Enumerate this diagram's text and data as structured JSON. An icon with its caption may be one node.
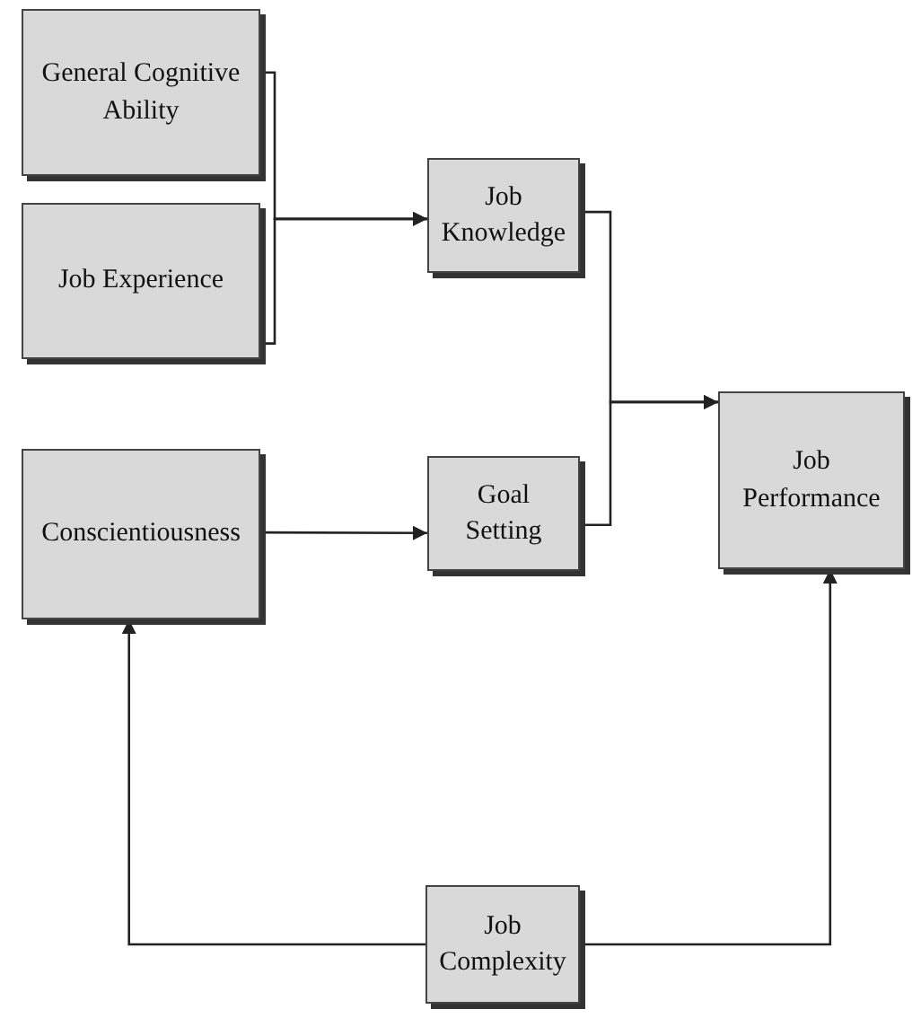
{
  "diagram": {
    "nodes": [
      {
        "text": [
          "General Cognitive Ability"
        ]
      },
      {
        "text": [
          "Job Experience"
        ]
      },
      {
        "text": [
          "Job Knowledge"
        ]
      },
      {
        "text": [
          "Conscientiousness"
        ]
      },
      {
        "text": [
          "Goal Setting"
        ]
      },
      {
        "text": [
          "Job Performance"
        ]
      },
      {
        "text": [
          "Job Complexity"
        ]
      }
    ],
    "edges": [
      {
        "from": 0,
        "to": 2,
        "arrow": "to"
      },
      {
        "from": 1,
        "to": 2,
        "arrow": "to"
      },
      {
        "from": 2,
        "to": 5,
        "arrow": "to"
      },
      {
        "from": 4,
        "to": 5,
        "arrow": "to"
      },
      {
        "from": 3,
        "to": 4,
        "arrow": "to"
      },
      {
        "from": 6,
        "to": 3,
        "arrow": "to"
      },
      {
        "from": 6,
        "to": 5,
        "arrow": "to"
      }
    ]
  }
}
